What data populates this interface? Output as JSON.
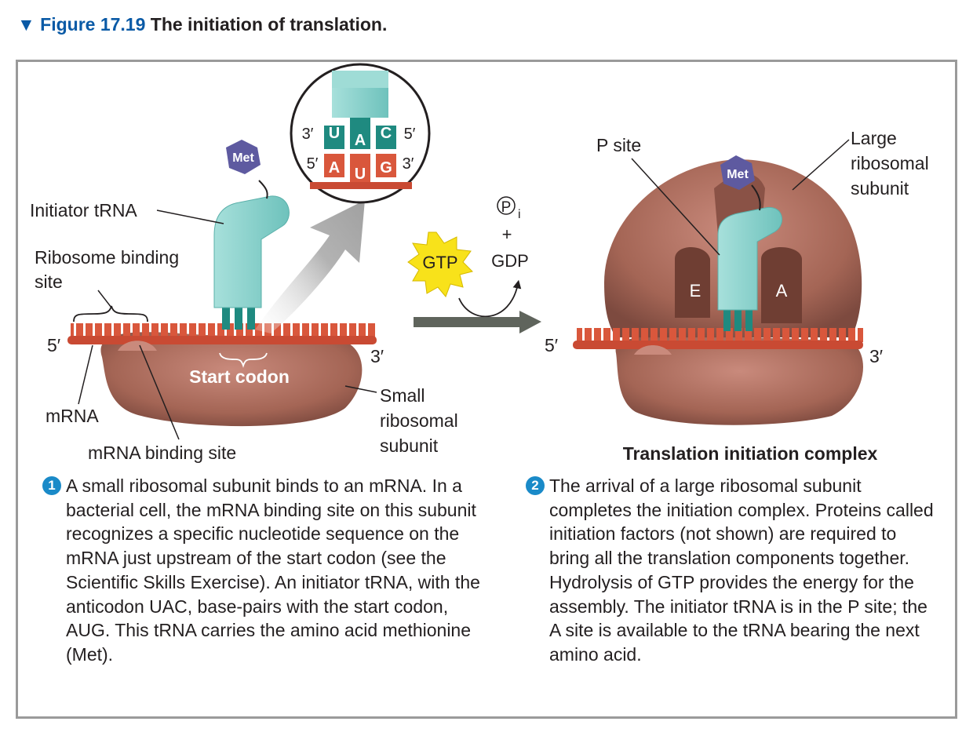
{
  "figure": {
    "marker": "▼",
    "number": "Figure 17.19",
    "title": "The initiation of translation."
  },
  "left_panel": {
    "met_label": "Met",
    "zoom_top_row": [
      "3′",
      "U",
      "A",
      "C",
      "5′"
    ],
    "zoom_bottom_row": [
      "5′",
      "A",
      "U",
      "G",
      "3′"
    ],
    "initiator_trna": "Initiator tRNA",
    "ribosome_binding_line1": "Ribosome binding",
    "ribosome_binding_line2": "site",
    "five_prime": "5′",
    "three_prime": "3′",
    "start_codon": "Start codon",
    "mrna": "mRNA",
    "mrna_binding_site": "mRNA binding site",
    "small_subunit_line1": "Small",
    "small_subunit_line2": "ribosomal",
    "small_subunit_line3": "subunit"
  },
  "middle": {
    "gtp": "GTP",
    "pi_letter": "P",
    "pi_sub": "i",
    "plus": "+",
    "gdp": "GDP"
  },
  "right_panel": {
    "p_site": "P site",
    "large_subunit_line1": "Large",
    "large_subunit_line2": "ribosomal",
    "large_subunit_line3": "subunit",
    "met_label": "Met",
    "e_site": "E",
    "a_site": "A",
    "five_prime": "5′",
    "three_prime": "3′",
    "complex_title": "Translation initiation complex"
  },
  "captions": {
    "step1_number": "1",
    "step1_text": "A small ribosomal subunit binds to an mRNA. In a bacterial cell, the mRNA binding site on this subunit recognizes a specific nucleotide sequence on the mRNA just upstream of the start codon (see the Scientific Skills Exercise). An initiator tRNA, with the anticodon UAC, base-pairs with the start codon, AUG. This tRNA carries the amino acid methionine (Met).",
    "step2_number": "2",
    "step2_text": "The arrival of a large ribosomal subunit completes the initiation complex. Proteins called initiation factors (not shown) are required to bring all the translation components together. Hydrolysis of GTP provides the energy for the assembly. The initiator tRNA is in the P site; the A site is available to the tRNA bearing the next amino acid."
  },
  "colors": {
    "accent_blue": "#0a5aa6",
    "bullet_blue": "#1a8ac8",
    "ribosome_brown": "#a8675a",
    "mrna_red": "#d8553a",
    "trna_teal": "#8fd4cf",
    "met_purple": "#5e5aa0",
    "gtp_yellow": "#f8e21a",
    "arrow_gray": "#5f645c"
  },
  "icons": {
    "step_bullet": "numbered-circle-icon",
    "zoom_arrow": "big-curved-arrow-icon"
  }
}
